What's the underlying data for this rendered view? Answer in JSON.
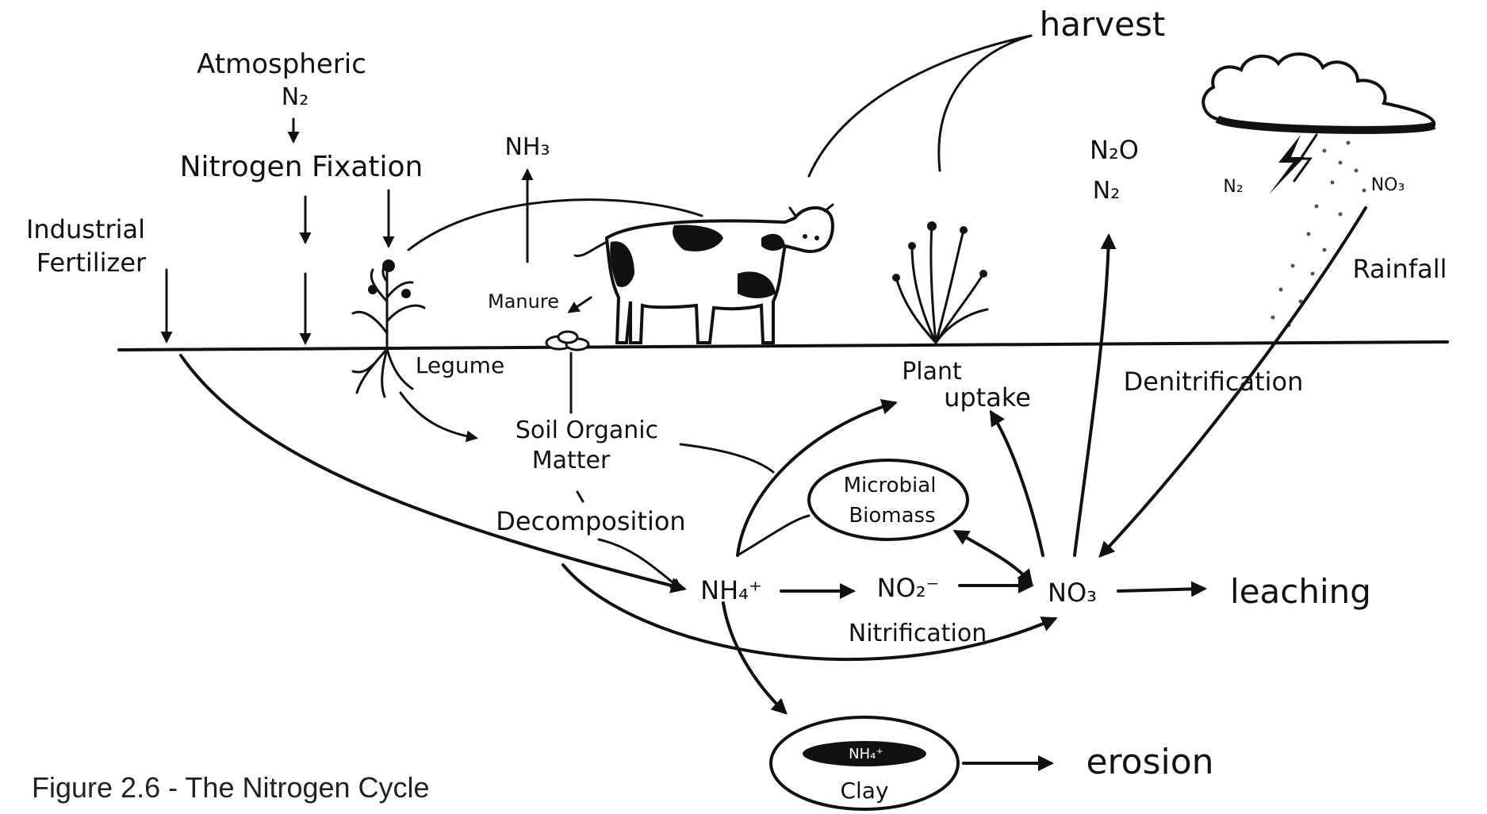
{
  "caption": "Figure 2.6 - The Nitrogen Cycle",
  "labels": {
    "atmospheric": "Atmospheric",
    "n2_top": "N₂",
    "nitrogen_fixation": "Nitrogen Fixation",
    "industrial": "Industrial",
    "fertilizer": "Fertilizer",
    "nh3": "NH₃",
    "manure": "Manure",
    "legume": "Legume",
    "soil_organic": "Soil Organic",
    "matter": "Matter",
    "decomposition": "Decomposition",
    "harvest": "harvest",
    "n2o": "N₂O",
    "n2_gas": "N₂",
    "n2_lightning": "N₂",
    "no3_rain": "NO₃",
    "rainfall": "Rainfall",
    "plant": "Plant",
    "uptake": "uptake",
    "denitrification": "Denitrification",
    "microbial": "Microbial",
    "biomass": "Biomass",
    "nh4": "NH₄⁺",
    "no2": "NO₂⁻",
    "no3": "NO₃",
    "nitrification": "Nitrification",
    "leaching": "leaching",
    "nh4_clay": "NH₄⁺",
    "clay": "Clay",
    "erosion": "erosion"
  }
}
